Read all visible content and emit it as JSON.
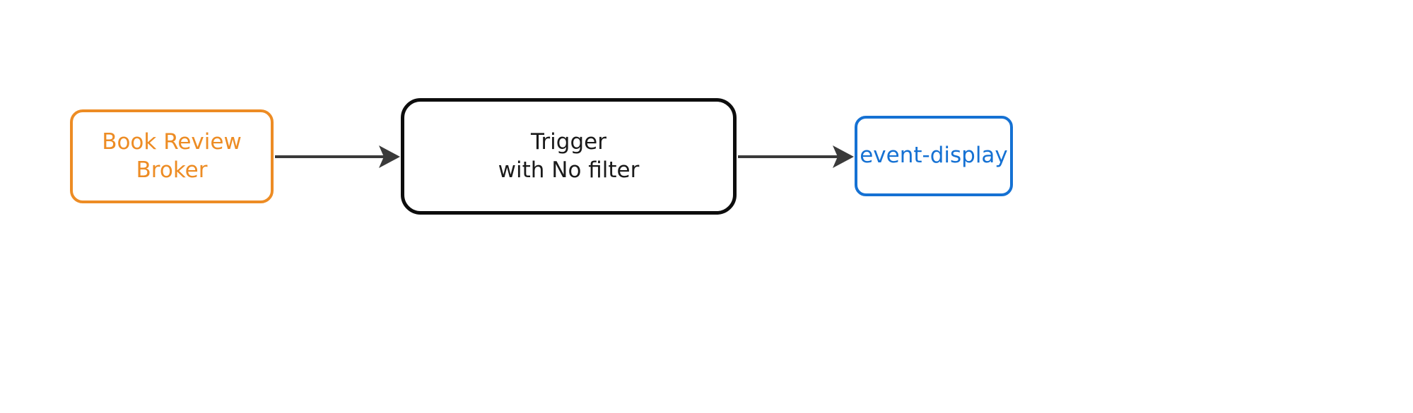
{
  "diagram": {
    "type": "knative-eventing-flow",
    "background_color": "#ffffff",
    "nodes": [
      {
        "id": "broker",
        "label": "Book Review\nBroker",
        "label_lines": [
          "Book Review",
          "Broker"
        ],
        "role": "source-broker",
        "border_color": "#ED8C24",
        "text_color": "#ED8C24",
        "fill_color": "#ffffff",
        "shape": "rounded-rectangle"
      },
      {
        "id": "trigger",
        "label": "Trigger\nwith No filter",
        "label_lines": [
          "Trigger",
          "with No filter"
        ],
        "role": "trigger",
        "border_color": "#0D0D0D",
        "text_color": "#1A1A1A",
        "fill_color": "#ffffff",
        "shape": "rounded-rectangle"
      },
      {
        "id": "sink",
        "label": "event-display",
        "label_lines": [
          "event-display"
        ],
        "role": "sink-service",
        "border_color": "#1571D3",
        "text_color": "#1571D3",
        "fill_color": "#ffffff",
        "shape": "rounded-rectangle"
      }
    ],
    "edges": [
      {
        "id": "edge-broker-trigger",
        "from": "broker",
        "to": "trigger",
        "label": "",
        "color": "#3A3A3A",
        "arrow": "filled-triangle"
      },
      {
        "id": "edge-trigger-sink",
        "from": "trigger",
        "to": "sink",
        "label": "",
        "color": "#3A3A3A",
        "arrow": "filled-triangle"
      }
    ]
  }
}
